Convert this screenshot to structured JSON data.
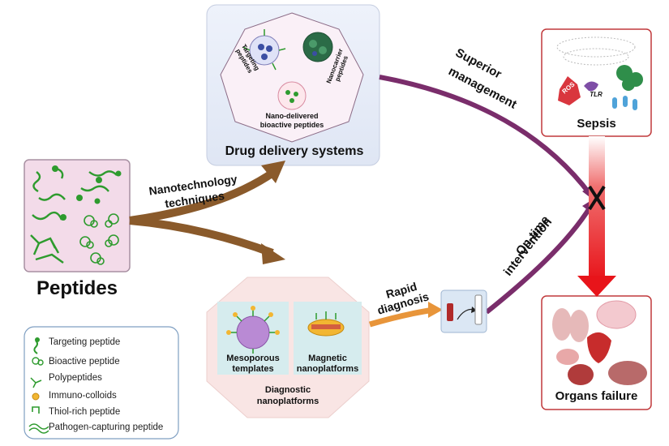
{
  "drug_delivery": {
    "title": "Drug delivery systems",
    "targeting": "Targeting peptides",
    "nanocarrier": "Nanocarrier peptides",
    "nano_delivered_1": "Nano-delivered",
    "nano_delivered_2": "bioactive peptides"
  },
  "peptides": {
    "title": "Peptides"
  },
  "arrows": {
    "nanotech_1": "Nanotechnology",
    "nanotech_2": "techniques",
    "superior_1": "Superior",
    "superior_2": "management",
    "ontime_1": "On-time",
    "ontime_2": "intervention",
    "rapid_1": "Rapid",
    "rapid_2": "diagnosis"
  },
  "diagnostic": {
    "title_1": "Diagnostic",
    "title_2": "nanoplatforms",
    "meso_1": "Mesoporous",
    "meso_2": "templates",
    "magnetic_1": "Magnetic",
    "magnetic_2": "nanoplatforms"
  },
  "sepsis": {
    "title": "Sepsis",
    "ros": "ROS",
    "tlr": "TLR"
  },
  "organs": {
    "title": "Organs failure"
  },
  "legend": {
    "items": [
      {
        "icon": "targeting-peptide-icon",
        "label": "Targeting peptide"
      },
      {
        "icon": "bioactive-peptide-icon",
        "label": "Bioactive peptide"
      },
      {
        "icon": "polypeptides-icon",
        "label": "Polypeptides"
      },
      {
        "icon": "immuno-colloids-icon",
        "label": "Immuno-colloids"
      },
      {
        "icon": "thiol-rich-peptide-icon",
        "label": "Thiol-rich peptide"
      },
      {
        "icon": "pathogen-capturing-peptide-icon",
        "label": "Pathogen-capturing peptide"
      }
    ]
  },
  "colors": {
    "purple_arrow": "#7a2d6b",
    "brown_arrow": "#8a5a2b",
    "orange_arrow": "#e8953a",
    "red_arrow": "#e8141a",
    "green": "#3aa53a",
    "panel_red_border": "#c0393b"
  }
}
